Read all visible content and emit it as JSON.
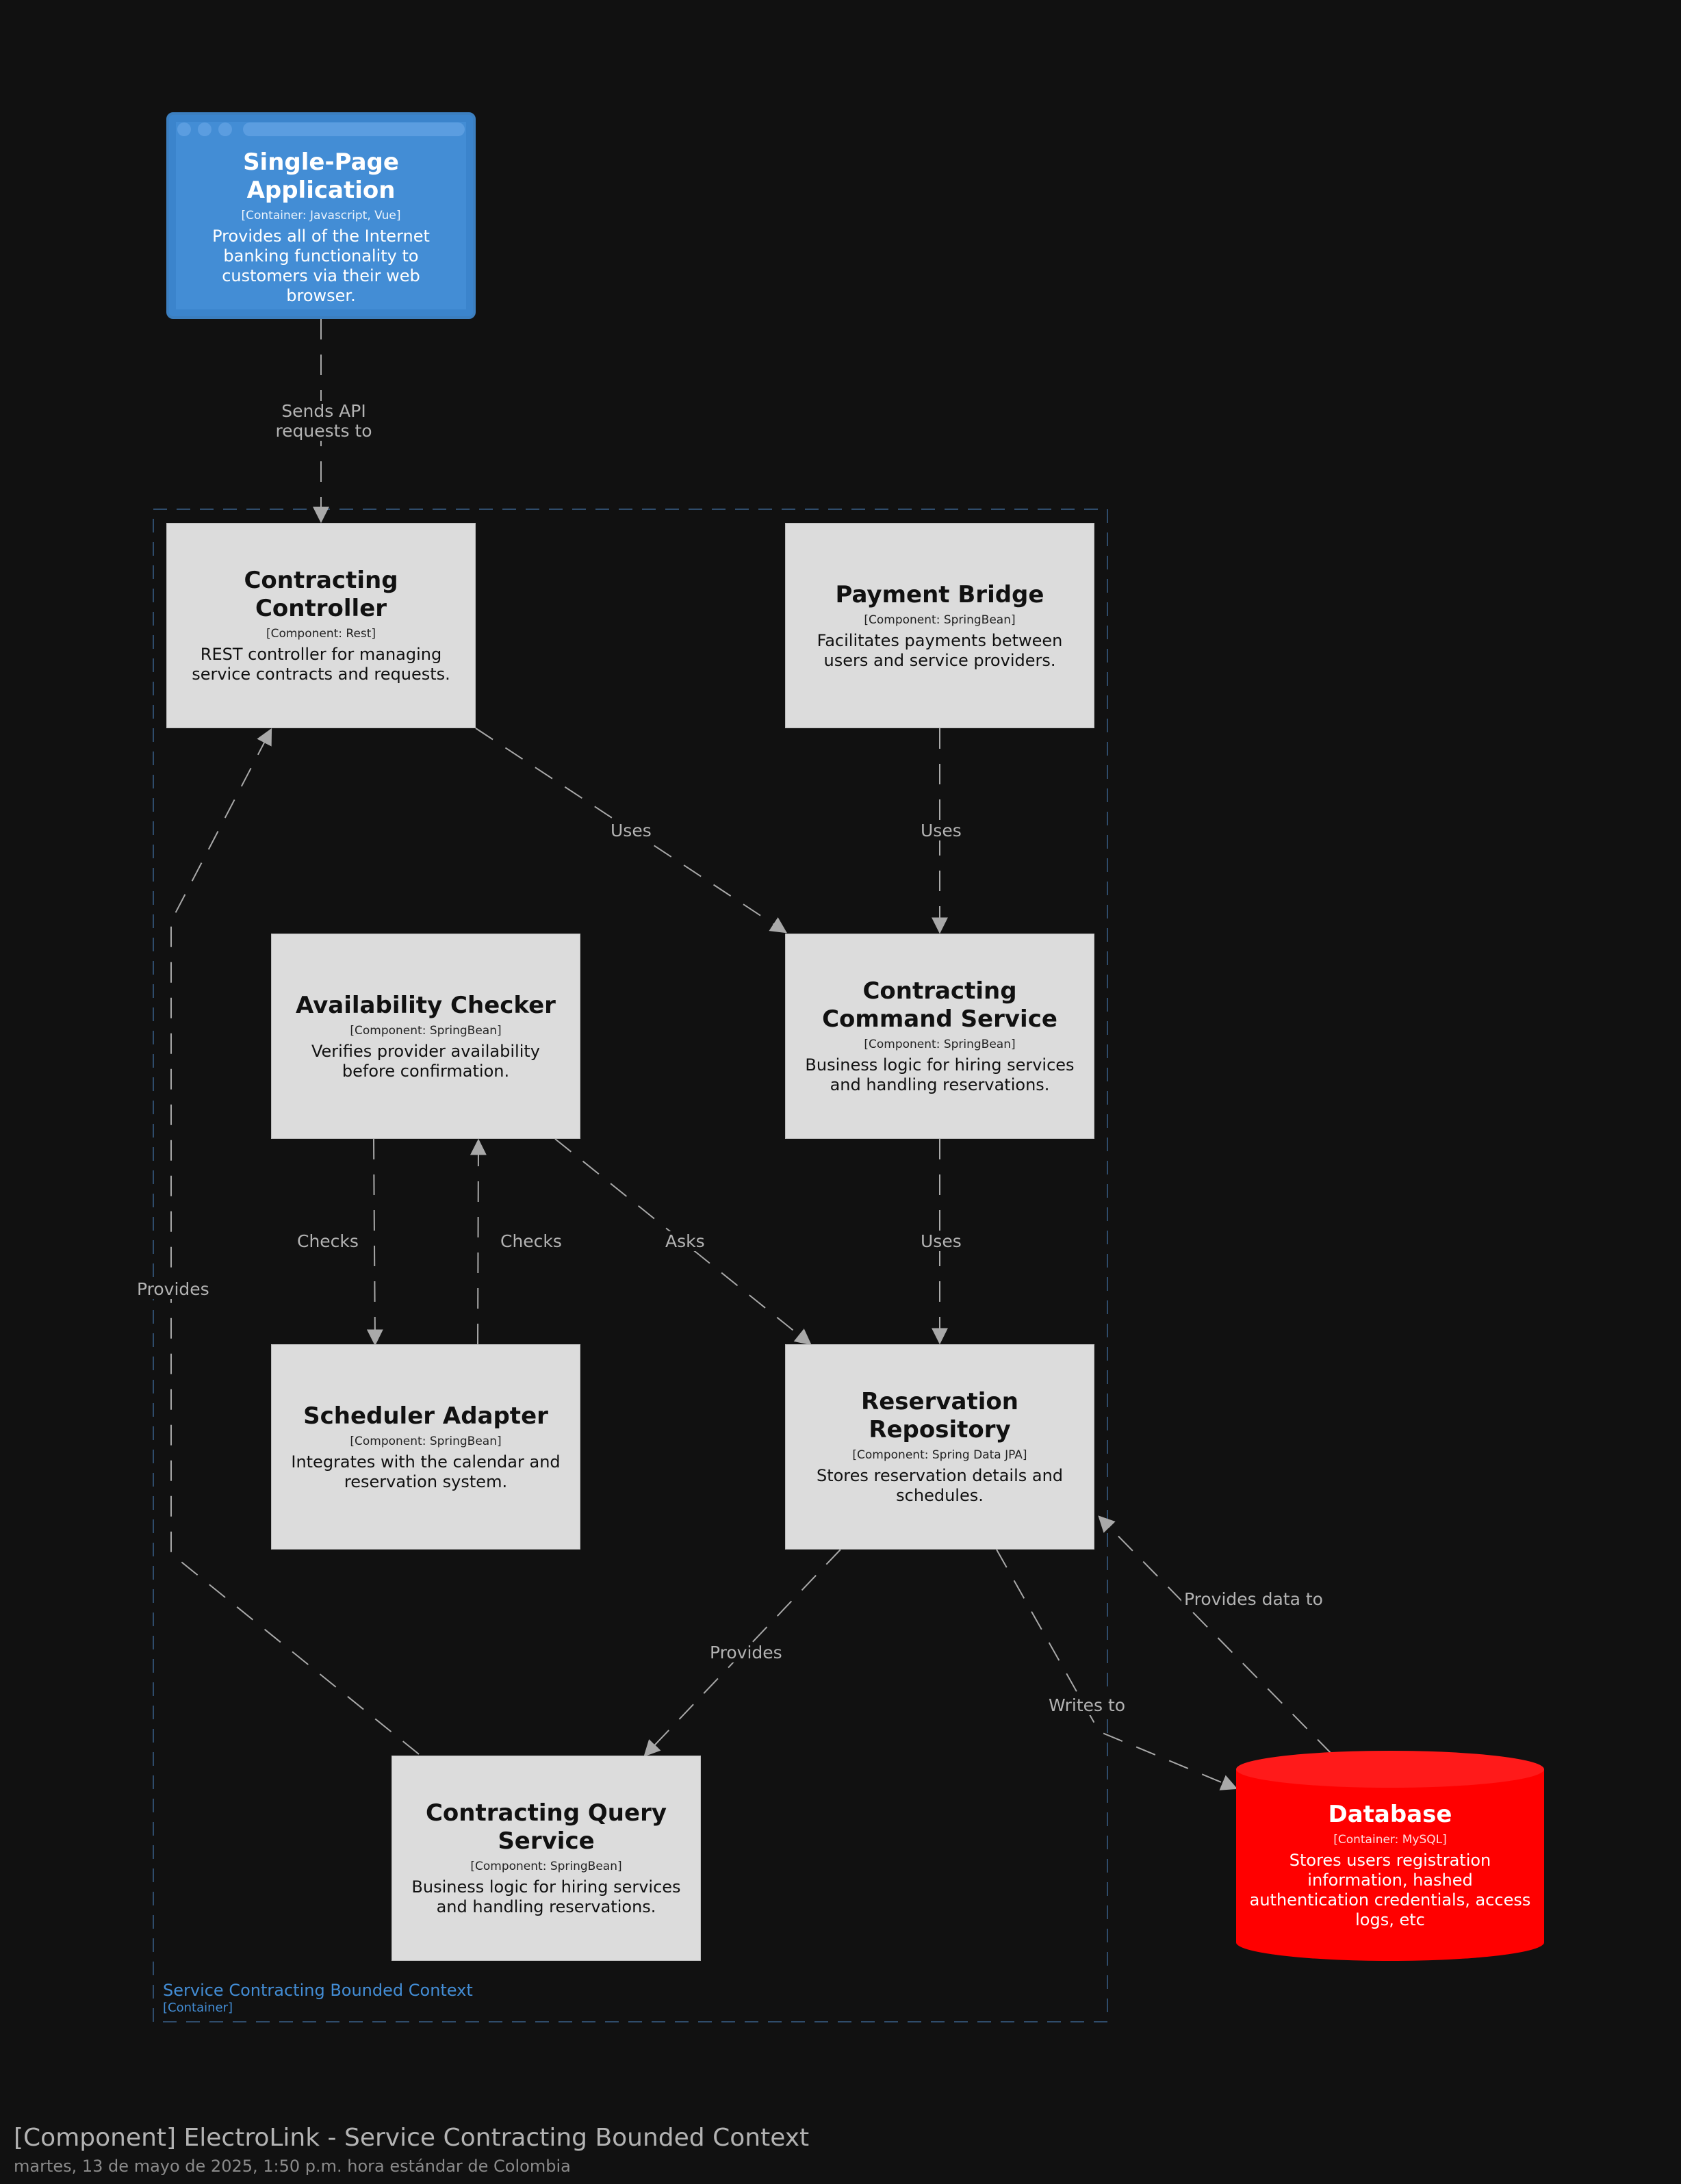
{
  "colors": {
    "background": "#111111",
    "component": "#dcdcdc",
    "container": "#438dd5",
    "database": "#ff0000",
    "edge": "#a9a9a9",
    "boundary": "#2f4c6b"
  },
  "nodes": {
    "spa": {
      "title": "Single-Page Application",
      "tech": "[Container: Javascript, Vue]",
      "desc": "Provides all of the Internet banking functionality to customers via their web browser."
    },
    "controller": {
      "title": "Contracting Controller",
      "tech": "[Component: Rest]",
      "desc": "REST controller for managing service contracts and requests."
    },
    "payment": {
      "title": "Payment Bridge",
      "tech": "[Component: SpringBean]",
      "desc": "Facilitates payments between users and service providers."
    },
    "availability": {
      "title": "Availability Checker",
      "tech": "[Component: SpringBean]",
      "desc": "Verifies provider availability before confirmation."
    },
    "command": {
      "title": "Contracting Command Service",
      "tech": "[Component: SpringBean]",
      "desc": "Business logic for hiring services and handling reservations."
    },
    "scheduler": {
      "title": "Scheduler Adapter",
      "tech": "[Component: SpringBean]",
      "desc": "Integrates with the calendar and reservation system."
    },
    "repository": {
      "title": "Reservation Repository",
      "tech": "[Component: Spring Data JPA]",
      "desc": "Stores reservation details and schedules."
    },
    "query": {
      "title": "Contracting Query Service",
      "tech": "[Component: SpringBean]",
      "desc": "Business logic for hiring services and handling reservations."
    },
    "database": {
      "title": "Database",
      "tech": "[Container: MySQL]",
      "desc": "Stores users registration information, hashed authentication credentials, access logs, etc"
    }
  },
  "edges": {
    "sends_api": "Sends API requests to",
    "controller_uses": "Uses",
    "payment_uses": "Uses",
    "checks_down": "Checks",
    "checks_up": "Checks",
    "asks": "Asks",
    "command_uses": "Uses",
    "provides_controller": "Provides",
    "provides_query": "Provides",
    "provides_data": "Provides data to",
    "writes_to": "Writes to"
  },
  "boundary": {
    "title": "Service Contracting Bounded Context",
    "tech": "[Container]"
  },
  "footer": {
    "title": "[Component] ElectroLink - Service Contracting Bounded Context",
    "date": "martes, 13 de mayo de 2025, 1:50 p.m. hora estándar de Colombia"
  }
}
